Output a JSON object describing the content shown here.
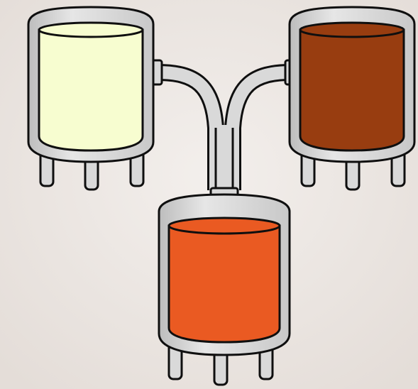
{
  "diagram": {
    "background_color": "#ece7e3",
    "steel_color": "#d9d9d9",
    "steel_shade_color": "#a8a8a8",
    "outline_color": "#0f0f0f",
    "tanks": [
      {
        "role": "input",
        "liquid_name": "",
        "liquid_color": "#f7fdd0"
      },
      {
        "role": "input",
        "liquid_name": "",
        "liquid_color": "#983d10"
      },
      {
        "role": "output",
        "liquid_name": "",
        "liquid_color": "#ea5a22"
      }
    ]
  }
}
